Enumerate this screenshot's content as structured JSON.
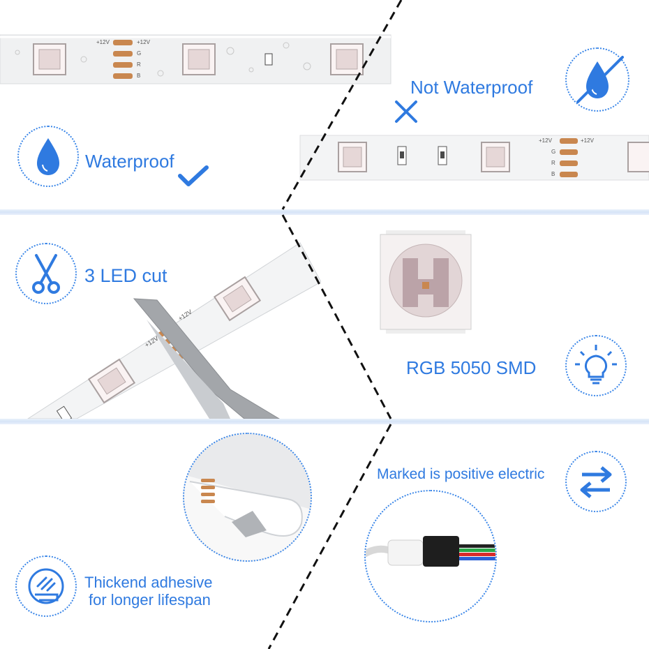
{
  "colors": {
    "accent": "#2f7ae0",
    "strip": "#f3f4f5",
    "pad": "#c9874f",
    "led": "#a9a0a0"
  },
  "features": {
    "waterproof": {
      "label": "Waterproof",
      "icon": "water-drop-icon",
      "mark": "check-icon"
    },
    "not_waterproof": {
      "label": "Not Waterproof",
      "icon": "water-drop-crossed-icon",
      "mark": "cross-icon"
    },
    "cut": {
      "label": "3 LED cut",
      "icon": "scissors-icon"
    },
    "smd": {
      "label": "RGB 5050 SMD",
      "icon": "light-bulb-icon"
    },
    "adhesive": {
      "line1": "Thickend adhesive",
      "line2": "for longer lifespan",
      "icon": "adhesive-tape-icon"
    },
    "polarity": {
      "label": "Marked is positive electric",
      "icon": "swap-arrows-icon"
    }
  },
  "strip_markings": {
    "v12": "+12V",
    "g": "G",
    "r": "R",
    "b": "B"
  }
}
